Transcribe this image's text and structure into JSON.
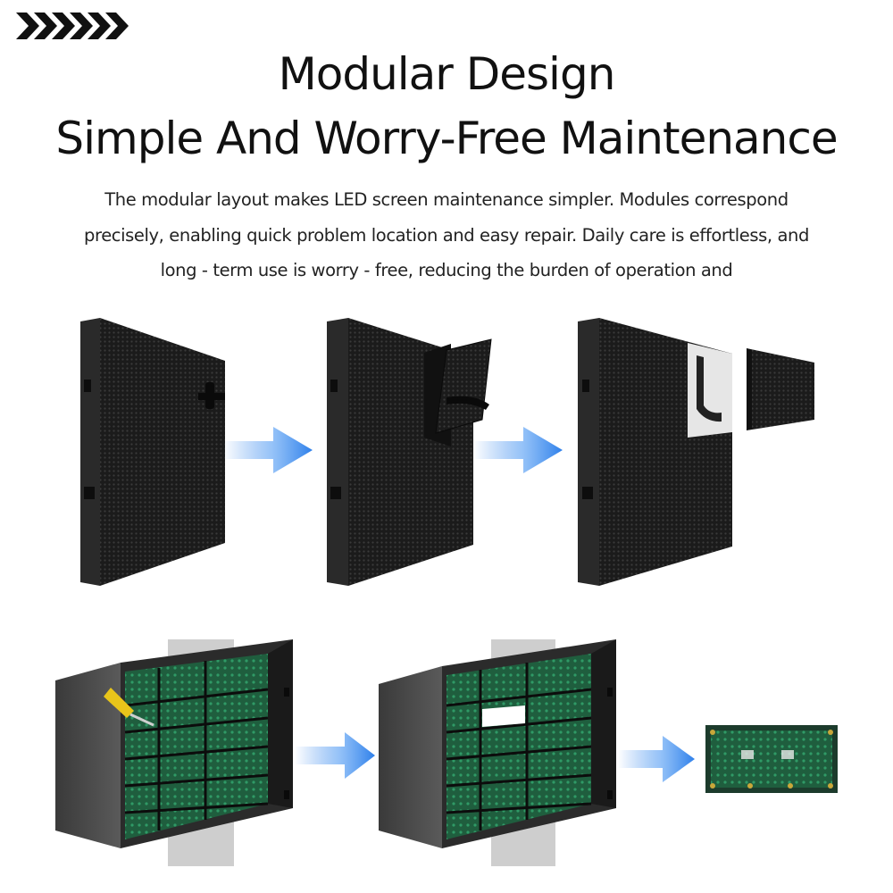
{
  "header": {
    "title_line1": "Modular Design",
    "title_line2": "Simple And Worry-Free Maintenance",
    "description": "The modular layout makes LED screen maintenance simpler. Modules correspond precisely, enabling quick problem location and easy repair. Daily care is effortless, and long - term use is worry - free, reducing the burden of operation and"
  },
  "icons": {
    "chevrons": "chevron-right-icon",
    "arrows": "arrow-right-icon"
  },
  "colors": {
    "arrow": "#2f80ea",
    "cabinet": "#1c1c1c",
    "board": "#1f6b45",
    "connector": "#d7c312"
  }
}
